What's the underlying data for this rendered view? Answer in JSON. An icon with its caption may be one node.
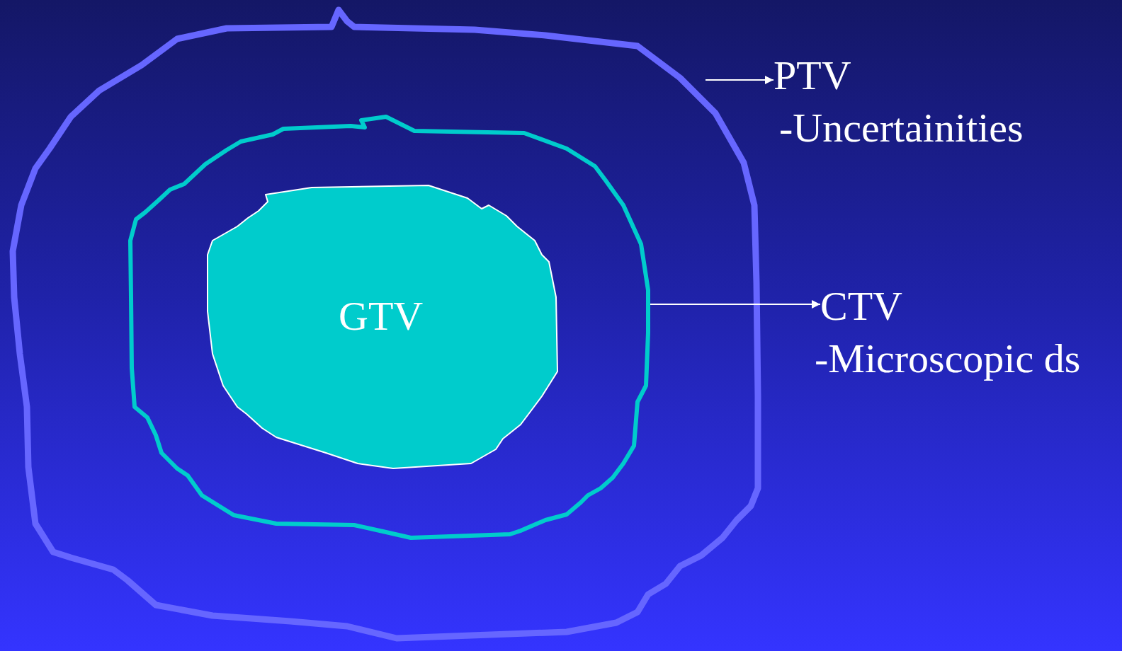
{
  "diagram": {
    "nodes": [
      {
        "text": [],
        "shape": "outline"
      },
      {
        "text": [],
        "shape": "outline",
        "in": 0
      },
      {
        "text": [
          "GTV"
        ],
        "in": 1
      },
      {
        "text": [
          "PTV",
          "-Uncertainities"
        ]
      },
      {
        "text": [
          "CTV",
          "-Microscopic ds"
        ]
      }
    ],
    "edges": [
      {
        "from": 0,
        "to": 3,
        "arrow": "to"
      },
      {
        "from": 1,
        "to": 4,
        "arrow": "to"
      }
    ]
  }
}
